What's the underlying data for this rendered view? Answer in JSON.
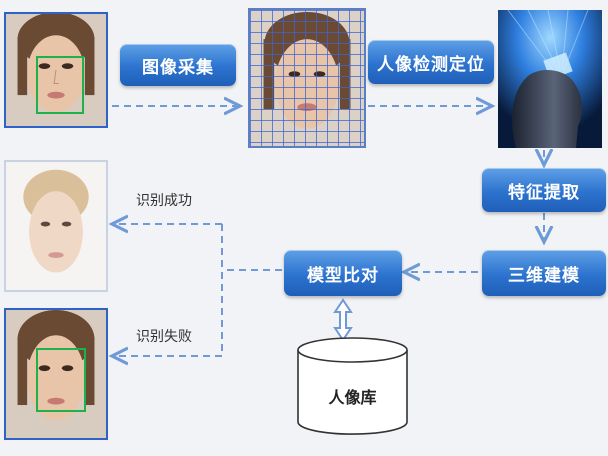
{
  "steps": {
    "capture": "图像采集",
    "detect": "人像检测定位",
    "extract": "特征提取",
    "model3d": "三维建模",
    "compare": "模型比对"
  },
  "database": {
    "label": "人像库"
  },
  "outcomes": {
    "success": "识别成功",
    "failure": "识别失败"
  },
  "colors": {
    "button": "#2c73cf",
    "arrow": "#6f9ad6",
    "frame": "#2d63c8",
    "detect_box": "#1fb24a"
  }
}
